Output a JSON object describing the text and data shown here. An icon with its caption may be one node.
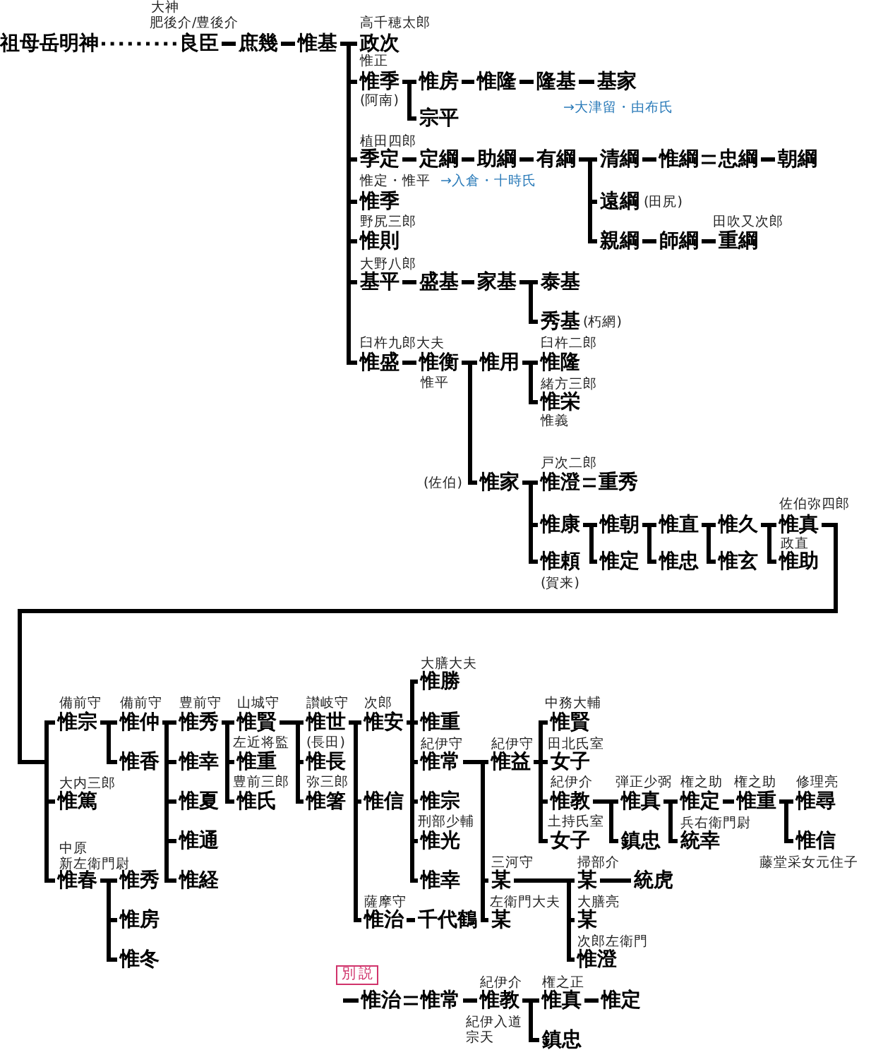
{
  "diagram": {
    "nodes": [
      {
        "text": [
          "祖母岳明神"
        ]
      },
      {
        "text": [
          "良臣"
        ],
        "beside": [
          "大神",
          "肥後介/豊後介"
        ]
      },
      {
        "text": [
          "庶幾"
        ]
      },
      {
        "text": [
          "惟基"
        ]
      },
      {
        "text": [
          "政次"
        ],
        "beside": [
          "高千穂太郎"
        ]
      },
      {
        "text": [
          "惟季"
        ],
        "beside": [
          "惟正",
          "(阿南)"
        ]
      },
      {
        "text": [
          "惟房"
        ]
      },
      {
        "text": [
          "惟隆"
        ]
      },
      {
        "text": [
          "隆基"
        ]
      },
      {
        "text": [
          "基家"
        ]
      },
      {
        "text": [
          "宗平"
        ]
      },
      {
        "text": [
          "季定"
        ],
        "beside": [
          "植田四郎"
        ]
      },
      {
        "text": [
          "定綱"
        ]
      },
      {
        "text": [
          "助綱"
        ]
      },
      {
        "text": [
          "有綱"
        ]
      },
      {
        "text": [
          "清綱"
        ]
      },
      {
        "text": [
          "惟綱"
        ]
      },
      {
        "text": [
          "忠綱"
        ]
      },
      {
        "text": [
          "朝綱"
        ]
      },
      {
        "text": [
          "遠綱"
        ],
        "beside": [
          "(田尻)"
        ]
      },
      {
        "text": [
          "親綱"
        ]
      },
      {
        "text": [
          "師綱"
        ]
      },
      {
        "text": [
          "重綱"
        ],
        "beside": [
          "田吹又次郎"
        ]
      },
      {
        "text": [
          "惟季"
        ],
        "beside": [
          "惟定・惟平"
        ]
      },
      {
        "text": [
          "惟則"
        ],
        "beside": [
          "野尻三郎"
        ]
      },
      {
        "text": [
          "基平"
        ],
        "beside": [
          "大野八郎"
        ]
      },
      {
        "text": [
          "盛基"
        ]
      },
      {
        "text": [
          "家基"
        ]
      },
      {
        "text": [
          "泰基"
        ]
      },
      {
        "text": [
          "秀基"
        ],
        "beside": [
          "(朽網)"
        ]
      },
      {
        "text": [
          "惟盛"
        ],
        "beside": [
          "臼杵九郎大夫"
        ]
      },
      {
        "text": [
          "惟衡"
        ],
        "beside": [
          "惟平"
        ]
      },
      {
        "text": [
          "惟用"
        ]
      },
      {
        "text": [
          "惟隆"
        ],
        "beside": [
          "臼杵二郎"
        ]
      },
      {
        "text": [
          "惟栄"
        ],
        "beside": [
          "緒方三郎",
          "惟義"
        ]
      },
      {
        "text": [
          "惟家"
        ],
        "beside": [
          "(佐伯)"
        ]
      },
      {
        "text": [
          "惟澄"
        ],
        "beside": [
          "戸次二郎"
        ]
      },
      {
        "text": [
          "重秀"
        ]
      },
      {
        "text": [
          "惟康"
        ]
      },
      {
        "text": [
          "惟朝"
        ]
      },
      {
        "text": [
          "惟直"
        ]
      },
      {
        "text": [
          "惟久"
        ]
      },
      {
        "text": [
          "惟真"
        ],
        "beside": [
          "佐伯弥四郎"
        ]
      },
      {
        "text": [
          "惟頼"
        ],
        "beside": [
          "(賀来)"
        ]
      },
      {
        "text": [
          "惟定"
        ]
      },
      {
        "text": [
          "惟忠"
        ]
      },
      {
        "text": [
          "惟玄"
        ]
      },
      {
        "text": [
          "惟助"
        ],
        "beside": [
          "政直"
        ]
      },
      {
        "text": [
          "惟勝"
        ],
        "beside": [
          "大膳大夫"
        ]
      },
      {
        "text": [
          "惟宗"
        ],
        "beside": [
          "備前守"
        ]
      },
      {
        "text": [
          "惟仲"
        ],
        "beside": [
          "備前守"
        ]
      },
      {
        "text": [
          "惟秀"
        ],
        "beside": [
          "豊前守"
        ]
      },
      {
        "text": [
          "惟賢"
        ],
        "beside": [
          "山城守"
        ]
      },
      {
        "text": [
          "惟世"
        ],
        "beside": [
          "讃岐守"
        ]
      },
      {
        "text": [
          "惟安"
        ],
        "beside": [
          "次郎"
        ]
      },
      {
        "text": [
          "惟重"
        ]
      },
      {
        "text": [
          "惟賢"
        ],
        "beside": [
          "中務大輔"
        ]
      },
      {
        "text": [
          "惟香"
        ]
      },
      {
        "text": [
          "惟幸"
        ]
      },
      {
        "text": [
          "惟重"
        ],
        "beside": [
          "左近将監"
        ]
      },
      {
        "text": [
          "惟長"
        ],
        "beside": [
          "(長田)"
        ]
      },
      {
        "text": [
          "惟常"
        ],
        "beside": [
          "紀伊守"
        ]
      },
      {
        "text": [
          "惟益"
        ],
        "beside": [
          "紀伊守"
        ]
      },
      {
        "text": [
          "女子"
        ],
        "beside": [
          "田北氏室"
        ]
      },
      {
        "text": [
          "惟篤"
        ],
        "beside": [
          "大内三郎"
        ]
      },
      {
        "text": [
          "惟夏"
        ]
      },
      {
        "text": [
          "惟氏"
        ],
        "beside": [
          "豊前三郎"
        ]
      },
      {
        "text": [
          "惟箸"
        ],
        "beside": [
          "弥三郎"
        ]
      },
      {
        "text": [
          "惟信"
        ]
      },
      {
        "text": [
          "惟宗"
        ]
      },
      {
        "text": [
          "惟教"
        ],
        "beside": [
          "紀伊介"
        ]
      },
      {
        "text": [
          "惟真"
        ],
        "beside": [
          "弾正少弼"
        ]
      },
      {
        "text": [
          "惟定"
        ],
        "beside": [
          "権之助"
        ]
      },
      {
        "text": [
          "惟重"
        ],
        "beside": [
          "権之助"
        ]
      },
      {
        "text": [
          "惟尋"
        ],
        "beside": [
          "修理亮"
        ]
      },
      {
        "text": [
          "惟通"
        ]
      },
      {
        "text": [
          "惟光"
        ],
        "beside": [
          "刑部少輔"
        ]
      },
      {
        "text": [
          "女子"
        ],
        "beside": [
          "土持氏室"
        ]
      },
      {
        "text": [
          "鎮忠"
        ]
      },
      {
        "text": [
          "統幸"
        ],
        "beside": [
          "兵右衛門尉"
        ]
      },
      {
        "text": [
          "惟信"
        ],
        "beside": [
          "藤堂采女元住子"
        ]
      },
      {
        "text": [
          "惟春"
        ],
        "beside": [
          "中原",
          "新左衛門尉"
        ]
      },
      {
        "text": [
          "惟秀"
        ]
      },
      {
        "text": [
          "惟経"
        ]
      },
      {
        "text": [
          "惟幸"
        ]
      },
      {
        "text": [
          "某"
        ],
        "beside": [
          "三河守"
        ]
      },
      {
        "text": [
          "某"
        ],
        "beside": [
          "掃部介"
        ]
      },
      {
        "text": [
          "統虎"
        ]
      },
      {
        "text": [
          "惟房"
        ]
      },
      {
        "text": [
          "惟治"
        ],
        "beside": [
          "薩摩守"
        ]
      },
      {
        "text": [
          "千代鶴"
        ]
      },
      {
        "text": [
          "某"
        ],
        "beside": [
          "左衛門大夫"
        ]
      },
      {
        "text": [
          "某"
        ],
        "beside": [
          "大膳亮"
        ]
      },
      {
        "text": [
          "惟冬"
        ]
      },
      {
        "text": [
          "惟澄"
        ],
        "beside": [
          "次郎左衛門"
        ]
      },
      {
        "text": [
          "別説"
        ]
      },
      {
        "text": [
          "惟治"
        ]
      },
      {
        "text": [
          "惟常"
        ]
      },
      {
        "text": [
          "惟教"
        ],
        "beside": [
          "紀伊介",
          "紀伊入道",
          "宗天"
        ]
      },
      {
        "text": [
          "惟真"
        ],
        "beside": [
          "権之正"
        ]
      },
      {
        "text": [
          "惟定"
        ]
      },
      {
        "text": [
          "鎮忠"
        ]
      }
    ],
    "edges": [
      {
        "from": 0,
        "to": 1,
        "arrow": "none",
        "style": "dashed"
      },
      {
        "from": 1,
        "to": 2,
        "arrow": "none"
      },
      {
        "from": 2,
        "to": 3,
        "arrow": "none"
      },
      {
        "from": 3,
        "to": 4,
        "arrow": "none"
      },
      {
        "from": 3,
        "to": 5,
        "arrow": "none"
      },
      {
        "from": 3,
        "to": 11,
        "arrow": "none"
      },
      {
        "from": 3,
        "to": 23,
        "arrow": "none"
      },
      {
        "from": 3,
        "to": 24,
        "arrow": "none"
      },
      {
        "from": 3,
        "to": 25,
        "arrow": "none"
      },
      {
        "from": 3,
        "to": 30,
        "arrow": "none"
      },
      {
        "from": 5,
        "to": 6,
        "arrow": "none"
      },
      {
        "from": 5,
        "to": 10,
        "arrow": "none"
      },
      {
        "from": 6,
        "to": 7,
        "arrow": "none"
      },
      {
        "from": 7,
        "to": 8,
        "arrow": "none"
      },
      {
        "from": 8,
        "to": 9,
        "arrow": "none"
      },
      {
        "from": 11,
        "to": 12,
        "arrow": "none"
      },
      {
        "from": 12,
        "to": 13,
        "arrow": "none"
      },
      {
        "from": 13,
        "to": 14,
        "arrow": "none"
      },
      {
        "from": 14,
        "to": 15,
        "arrow": "none"
      },
      {
        "from": 14,
        "to": 19,
        "arrow": "none"
      },
      {
        "from": 14,
        "to": 20,
        "arrow": "none"
      },
      {
        "from": 15,
        "to": 16,
        "arrow": "none"
      },
      {
        "from": 16,
        "to": 17,
        "arrow": "none"
      },
      {
        "from": 17,
        "to": 18,
        "arrow": "none"
      },
      {
        "from": 20,
        "to": 21,
        "arrow": "none"
      },
      {
        "from": 21,
        "to": 22,
        "arrow": "none"
      },
      {
        "from": 25,
        "to": 26,
        "arrow": "none"
      },
      {
        "from": 26,
        "to": 27,
        "arrow": "none"
      },
      {
        "from": 27,
        "to": 28,
        "arrow": "none"
      },
      {
        "from": 27,
        "to": 29,
        "arrow": "none"
      },
      {
        "from": 30,
        "to": 31,
        "arrow": "none"
      },
      {
        "from": 31,
        "to": 32,
        "arrow": "none"
      },
      {
        "from": 31,
        "to": 35,
        "arrow": "none"
      },
      {
        "from": 32,
        "to": 33,
        "arrow": "none"
      },
      {
        "from": 32,
        "to": 34,
        "arrow": "none"
      },
      {
        "from": 35,
        "to": 36,
        "arrow": "none"
      },
      {
        "from": 35,
        "to": 38,
        "arrow": "none"
      },
      {
        "from": 35,
        "to": 43,
        "arrow": "none"
      },
      {
        "from": 36,
        "to": 37,
        "arrow": "none"
      },
      {
        "from": 38,
        "to": 39,
        "arrow": "none"
      },
      {
        "from": 38,
        "to": 44,
        "arrow": "none"
      },
      {
        "from": 39,
        "to": 40,
        "arrow": "none"
      },
      {
        "from": 39,
        "to": 45,
        "arrow": "none"
      },
      {
        "from": 40,
        "to": 41,
        "arrow": "none"
      },
      {
        "from": 40,
        "to": 46,
        "arrow": "none"
      },
      {
        "from": 41,
        "to": 42,
        "arrow": "none"
      },
      {
        "from": 41,
        "to": 47,
        "arrow": "none"
      },
      {
        "from": 42,
        "to": 49,
        "arrow": "none"
      },
      {
        "from": 42,
        "to": 64,
        "arrow": "none"
      },
      {
        "from": 42,
        "to": 81,
        "arrow": "none"
      },
      {
        "from": 49,
        "to": 50,
        "arrow": "none"
      },
      {
        "from": 49,
        "to": 57,
        "arrow": "none"
      },
      {
        "from": 50,
        "to": 51,
        "arrow": "none"
      },
      {
        "from": 50,
        "to": 58,
        "arrow": "none"
      },
      {
        "from": 50,
        "to": 65,
        "arrow": "none"
      },
      {
        "from": 50,
        "to": 75,
        "arrow": "none"
      },
      {
        "from": 50,
        "to": 83,
        "arrow": "none"
      },
      {
        "from": 51,
        "to": 52,
        "arrow": "none"
      },
      {
        "from": 51,
        "to": 59,
        "arrow": "none"
      },
      {
        "from": 51,
        "to": 66,
        "arrow": "none"
      },
      {
        "from": 52,
        "to": 53,
        "arrow": "none"
      },
      {
        "from": 52,
        "to": 60,
        "arrow": "none"
      },
      {
        "from": 52,
        "to": 67,
        "arrow": "none"
      },
      {
        "from": 53,
        "to": 54,
        "arrow": "none"
      },
      {
        "from": 53,
        "to": 68,
        "arrow": "none"
      },
      {
        "from": 53,
        "to": 89,
        "arrow": "none"
      },
      {
        "from": 54,
        "to": 48,
        "arrow": "none"
      },
      {
        "from": 54,
        "to": 55,
        "arrow": "none"
      },
      {
        "from": 54,
        "to": 61,
        "arrow": "none"
      },
      {
        "from": 54,
        "to": 69,
        "arrow": "none"
      },
      {
        "from": 54,
        "to": 76,
        "arrow": "none"
      },
      {
        "from": 54,
        "to": 84,
        "arrow": "none"
      },
      {
        "from": 61,
        "to": 62,
        "arrow": "none"
      },
      {
        "from": 61,
        "to": 85,
        "arrow": "none"
      },
      {
        "from": 61,
        "to": 91,
        "arrow": "none"
      },
      {
        "from": 62,
        "to": 56,
        "arrow": "none"
      },
      {
        "from": 62,
        "to": 63,
        "arrow": "none"
      },
      {
        "from": 62,
        "to": 70,
        "arrow": "none"
      },
      {
        "from": 62,
        "to": 77,
        "arrow": "none"
      },
      {
        "from": 70,
        "to": 71,
        "arrow": "none"
      },
      {
        "from": 70,
        "to": 78,
        "arrow": "none"
      },
      {
        "from": 71,
        "to": 72,
        "arrow": "none"
      },
      {
        "from": 71,
        "to": 79,
        "arrow": "none"
      },
      {
        "from": 72,
        "to": 73,
        "arrow": "none"
      },
      {
        "from": 73,
        "to": 74,
        "arrow": "none"
      },
      {
        "from": 73,
        "to": 80,
        "arrow": "none"
      },
      {
        "from": 81,
        "to": 82,
        "arrow": "none"
      },
      {
        "from": 81,
        "to": 88,
        "arrow": "none"
      },
      {
        "from": 81,
        "to": 93,
        "arrow": "none"
      },
      {
        "from": 85,
        "to": 86,
        "arrow": "none"
      },
      {
        "from": 85,
        "to": 92,
        "arrow": "none"
      },
      {
        "from": 85,
        "to": 94,
        "arrow": "none"
      },
      {
        "from": 86,
        "to": 87,
        "arrow": "none"
      },
      {
        "from": 89,
        "to": 90,
        "arrow": "none"
      },
      {
        "from": null,
        "to": 96,
        "arrow": "none"
      },
      {
        "from": 96,
        "to": 97,
        "arrow": "none"
      },
      {
        "from": 97,
        "to": 98,
        "arrow": "none"
      },
      {
        "from": 98,
        "to": 99,
        "arrow": "none"
      },
      {
        "from": 98,
        "to": 101,
        "arrow": "none"
      },
      {
        "from": 99,
        "to": 100,
        "arrow": "none"
      }
    ],
    "labels": [
      "→大津留・由布氏",
      "→入倉・十時氏"
    ]
  }
}
